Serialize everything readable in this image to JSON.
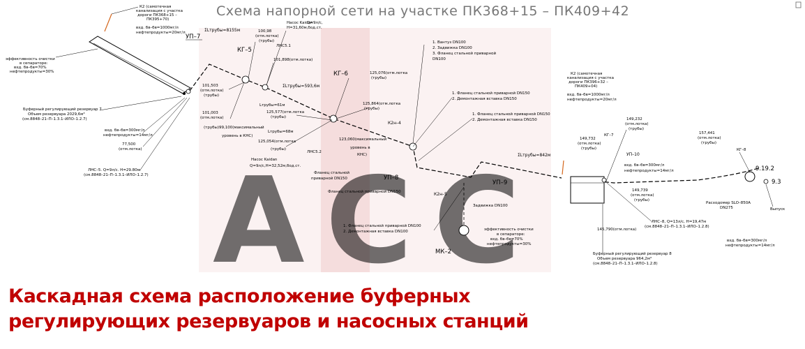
{
  "title": "Схема напорной сети на участке ПК368+15 – ПК409+42",
  "caption": {
    "line1": "Каскадная схема расположение буферных",
    "line2": "регулирующих резервуаров и насосных станций"
  },
  "watermark": {
    "text": "ACC",
    "color": "#e8bcbc"
  },
  "colors": {
    "caption": "#c00000",
    "line": "#000000",
    "accent": "#d4651a"
  },
  "labels": {
    "k2_top": [
      "К2 (самотечная",
      "канализация с участка",
      "дороги ПК368+15 –",
      "ПК395+70)",
      "вхд. бв–бв=1000мг/л",
      "нефтепродукты=20мг/л"
    ],
    "eff_left": [
      "эффективность очистки",
      "в сепараторе:",
      "вхд. бв–бв=70%",
      "нефтепродукты=30%"
    ],
    "buffer7": [
      "Буферный регулирующий резервуар 7",
      "Объем резервуара 2029,6м³",
      "(см.8848–21–П–1.3.1–ИЛО–1.2.7)"
    ],
    "out_left": [
      "вхд. бв–бв=300мг/л",
      "нефтепродукты=14мг/л"
    ],
    "level_left": [
      "77,500",
      "(отм.лотка)"
    ],
    "lns5": [
      "ЛНС–5. Q=9л/с. Н=29.80м",
      "(см.8848–21–П–1.3.1–ИЛО–1.2.7)"
    ],
    "up7": "УП–7",
    "sum1": "ΣLтрубы=8155м",
    "kg5": "КГ–5",
    "elev_100_98": [
      "100,98",
      "(отм.лотка)",
      "(трубы)"
    ],
    "pump_kaidan_1": [
      "Насос Kaidan",
      "Q=9л/с,",
      "Н=31,60м,бод.ст."
    ],
    "lns1": "ЛНС5.1",
    "elev_101_898": "101,898(отм.лотка)",
    "sum2": "ΣLтрубы=593,6м",
    "elev_101_503": [
      "101,503",
      "(отм.лотка)",
      "(трубы)"
    ],
    "ltr61": "Lтрубы=61м",
    "elev_101_003": [
      "101,003",
      "(отм.лотка)",
      "(трубы)"
    ],
    "elev_99_100": [
      "99,100(максимальный",
      "уровень в КНС)"
    ],
    "elev_125_577": [
      "125,577(отм.лотка",
      "(трубы)"
    ],
    "ltr68": "Lтрубы=68м",
    "elev_125_054": [
      "125,054(отм.лотка",
      "(трубы)"
    ],
    "pump_kaidan_2": [
      "Насос Kaidan",
      "Q=9л/с,Н=32,52м,бод.ст."
    ],
    "lns2": "ЛНС5.2",
    "kg6": "КГ–6",
    "elev_125_076": [
      "125,076(отм.лотка",
      "(трубы)"
    ],
    "elev_125_864": [
      "125,864(отм.лотка",
      "(трубы)"
    ],
    "k2n4": "К2н–4",
    "elev_123_060": [
      "123,060(максимальный",
      "уровень в",
      "КНС)"
    ],
    "flange_mid1": [
      "Фланец стальной",
      "приварной DN150"
    ],
    "flange_mid2": "Фланец стальной приварной DN150",
    "up8": "УП–8",
    "list_top": [
      "1. Вантуз DN100",
      "2. Задвижка DN100",
      "3. Фланец стальной приварной",
      "DN100"
    ],
    "list_flange1": [
      "1. Фланец стальной приварной DN150",
      "2. Демонтажная вставка DN150"
    ],
    "list_flange2": [
      "1. Фланец стальной приварной DN150",
      "2. Демонтажная вставка DN150"
    ],
    "sum3": "ΣLтрубы=842м",
    "k2n5": "К2н–5",
    "up9": "УП–9",
    "valve": "Задвижка DN100",
    "list_flange3": [
      "1. Фланец стальной приварной DN100",
      "2. Демонтажная вставка DN100"
    ],
    "mk2": "МК–2",
    "eff_mid": [
      "эффективность очистки",
      "в сепараторе:",
      "вхд. бв–бв=70%",
      "нефтепродукты=30%"
    ],
    "k2_right": [
      "К2 (самотечная",
      "канализация с участка",
      "дороги ПК396+32 –",
      "ПК409+04)",
      "вхд. бв–бв=1000мг/л",
      "нефтепродукты=20мг/л"
    ],
    "elev_149_232": [
      "149,232",
      "(отм.лотка)",
      "(трубы)"
    ],
    "elev_149_732": [
      "149,732",
      "(отм.лотка)",
      "(трубы)"
    ],
    "kg7": "КГ–7",
    "up10": "УП–10",
    "out_right": [
      "вхд. бв–бв=300мг/л",
      "нефтепродукты=14мг/л"
    ],
    "elev_149_739": [
      "149,739",
      "(отм.лотка)",
      "(трубы)"
    ],
    "lns8": [
      "ЛНС–8, Q=13л/с, Н=19,47м",
      "(см.8848–21–П–1.3.1–ИЛО–1.2.8)"
    ],
    "elev_145_790": "145,790(отм.лотка)",
    "buffer8": [
      "Буферный регулирующий резервуар 8",
      "Объем резервуара 964,2м³",
      "(см.8848–21–П–1.3.1–ИЛО–1.2.8)"
    ],
    "elev_157_441": [
      "157,441",
      "(отм.лотка)",
      "(трубы)"
    ],
    "kg8": "КГ–8",
    "n9_19_2": "9.19.2",
    "n9_3": "9.3",
    "flowmeter": [
      "Расходомер SLO–850A",
      "DN275"
    ],
    "outlet": "Выпуск",
    "out_far": [
      "вхд. бв–бв=300мг/л",
      "нефтепродукты=14мг/л"
    ]
  }
}
